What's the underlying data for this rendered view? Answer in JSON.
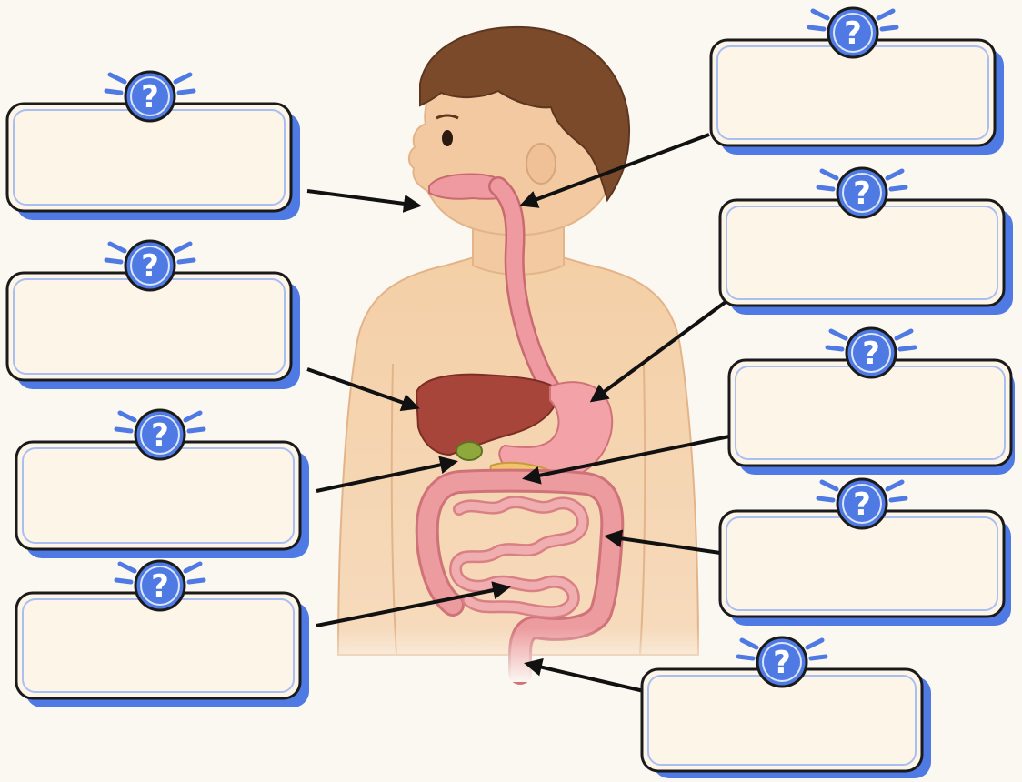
{
  "worksheet": {
    "question_mark": "?",
    "label_boxes": [
      {
        "id": "mouth",
        "answer": ""
      },
      {
        "id": "liver",
        "answer": ""
      },
      {
        "id": "gallbladder",
        "answer": ""
      },
      {
        "id": "small-intestine",
        "answer": ""
      },
      {
        "id": "esophagus",
        "answer": ""
      },
      {
        "id": "stomach",
        "answer": ""
      },
      {
        "id": "pancreas",
        "answer": ""
      },
      {
        "id": "large-intestine",
        "answer": ""
      },
      {
        "id": "rectum",
        "answer": ""
      }
    ]
  },
  "colors": {
    "background": "#fbf7f1",
    "box_fill": "#fdf5e8",
    "box_shadow": "#4f7ae3",
    "box_border": "#1a1a1a",
    "badge_blue": "#4f7ae3",
    "skin": "#f2c9a0",
    "hair": "#7a4a2a",
    "esophagus": "#ef9aa0",
    "liver": "#a8453a",
    "gallbladder": "#8fa83c",
    "stomach": "#f3a3a7",
    "pancreas": "#f0c46a",
    "intestine": "#ec9b9f"
  }
}
